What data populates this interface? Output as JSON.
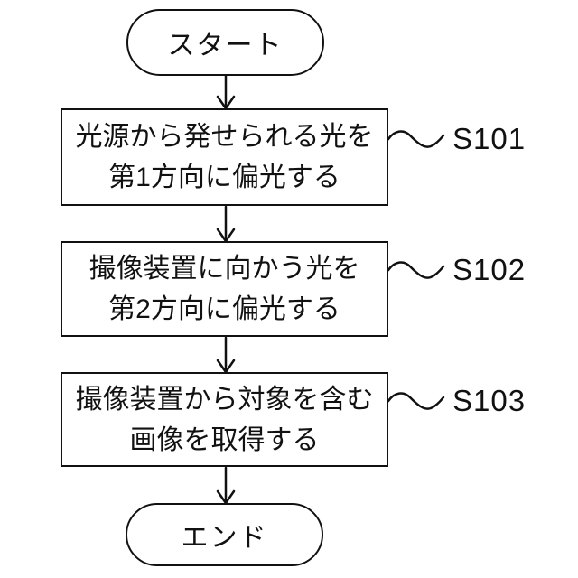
{
  "flowchart": {
    "start_label": "スタート",
    "end_label": "エンド",
    "steps": [
      {
        "id": "S101",
        "line1": "光源から発せられる光を",
        "line2": "第1方向に偏光する"
      },
      {
        "id": "S102",
        "line1": "撮像装置に向かう光を",
        "line2": "第2方向に偏光する"
      },
      {
        "id": "S103",
        "line1": "撮像装置から対象を含む",
        "line2": "画像を取得する"
      }
    ],
    "colors": {
      "stroke": "#111111",
      "background": "#ffffff"
    }
  }
}
